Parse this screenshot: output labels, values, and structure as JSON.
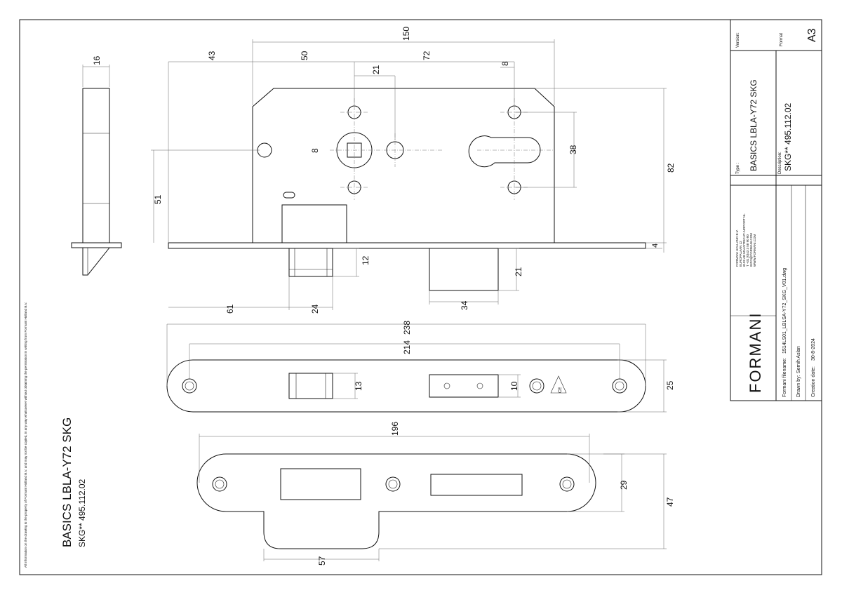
{
  "notice": "All information on the drawing is the property of Formani Holland B.V. and may not be copied, in any way whatsoever without obtaining the permission in writing from Formani Holland B.V.",
  "title": {
    "name": "BASICS LBLA-Y72 SKG",
    "code": "SKG** 495.112.02"
  },
  "title_block": {
    "version_label": "Version:",
    "format_label": "Format",
    "format_value": "A3",
    "type_label": "Type :",
    "type_value": "BASICS LBLA-Y72 SKG",
    "description_label": "Description:",
    "description_value": "SKG** 495.112.02",
    "logo_text": "FORMANI",
    "company_lines": [
      "FORMANI HOLLAND B.V.",
      "EUROPALAAN 12",
      "6199 AB MAASTRICHT-AIRPORT NL",
      "T +31 (0)43 3 58 90 00",
      "INFO@FORMANI.COM",
      "WWW.FORMANI.COM"
    ],
    "filename_label": "Formani filename:",
    "filename_value": "1514LS01_LBLSA-Y72_SKG_V01.dwg",
    "drawn_label": "Drawn by:",
    "drawn_value": "Semih Aslan",
    "date_label": "Creation date:",
    "date_value": "30-8-2024"
  },
  "dimensions": {
    "side_width": "16",
    "backset_43": "43",
    "handle_50": "50",
    "c21": "21",
    "pitch_72": "72",
    "overall_150": "150",
    "c8_top": "8",
    "spindle_8": "8",
    "cyl_38": "38",
    "height_82": "82",
    "depth_51": "51",
    "plate_4": "4",
    "latch_12": "12",
    "bolt_21": "21",
    "latch_61": "61",
    "latch_24": "24",
    "bolt_34": "34",
    "fp_238": "238",
    "fp_214": "214",
    "fp_25": "25",
    "fp_13": "13",
    "fp_10": "10",
    "sp_196": "196",
    "sp_29": "29",
    "sp_47": "47",
    "sp_57": "57"
  },
  "certification_mark": "CE"
}
